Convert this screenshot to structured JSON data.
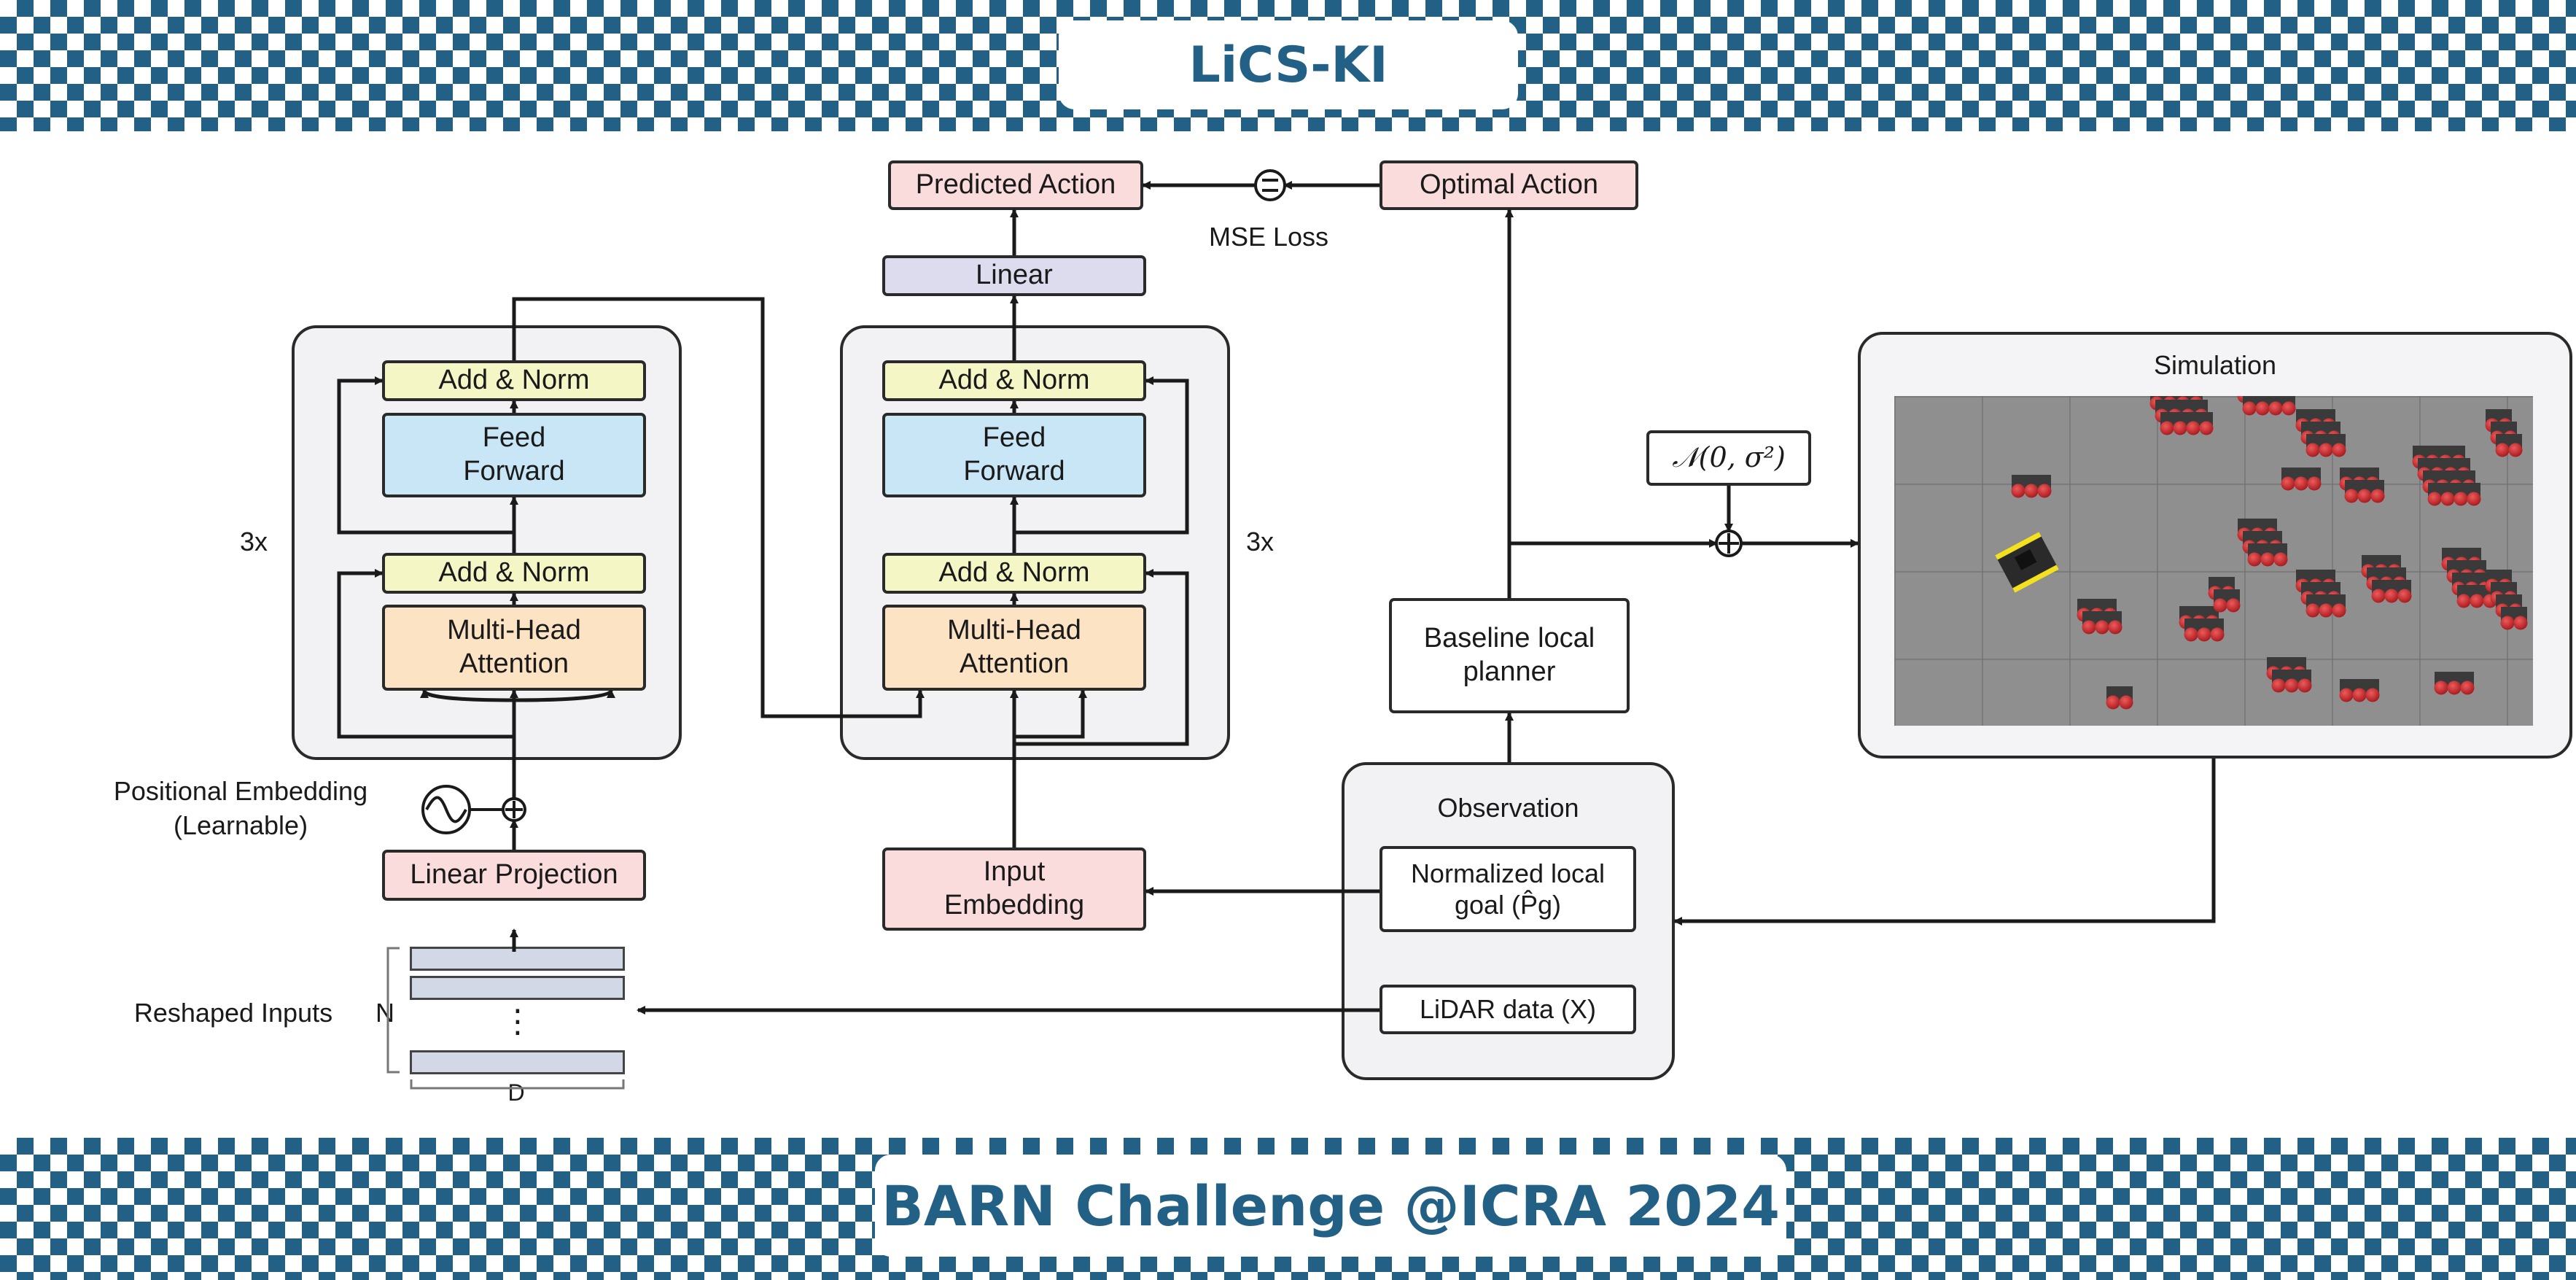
{
  "header": {
    "title": "LiCS-KI"
  },
  "footer": {
    "title": "BARN Challenge @ICRA 2024"
  },
  "encoder": {
    "add_norm_top": "Add & Norm",
    "feed_forward": "Feed\nForward",
    "add_norm_bottom": "Add & Norm",
    "attention": "Multi-Head\nAttention",
    "repeat": "3x",
    "positional_embedding": "Positional Embedding\n(Learnable)",
    "linear_projection": "Linear Projection",
    "reshaped_inputs": "Reshaped Inputs",
    "dim_n": "N",
    "dim_d": "D",
    "ellipsis": "⋮"
  },
  "decoder": {
    "add_norm_top": "Add & Norm",
    "feed_forward": "Feed\nForward",
    "add_norm_bottom": "Add & Norm",
    "attention": "Multi-Head\nAttention",
    "repeat": "3x",
    "linear": "Linear",
    "input_embedding": "Input\nEmbedding"
  },
  "outputs": {
    "predicted_action": "Predicted Action",
    "optimal_action": "Optimal Action",
    "loss": "MSE Loss"
  },
  "planner": {
    "baseline": "Baseline local\nplanner",
    "noise": "𝒩(0, σ²)"
  },
  "observation": {
    "title": "Observation",
    "goal": "Normalized local\ngoal (P̂g)",
    "lidar": "LiDAR data (X)"
  },
  "simulation": {
    "title": "Simulation"
  },
  "colors": {
    "brand": "#236085",
    "pink": "#fadcdc",
    "lavender": "#dcdcee",
    "yellow": "#f4f6c6",
    "blue": "#c8e6f6",
    "orange": "#fbe3c4",
    "obstacle": "#c8282c"
  }
}
